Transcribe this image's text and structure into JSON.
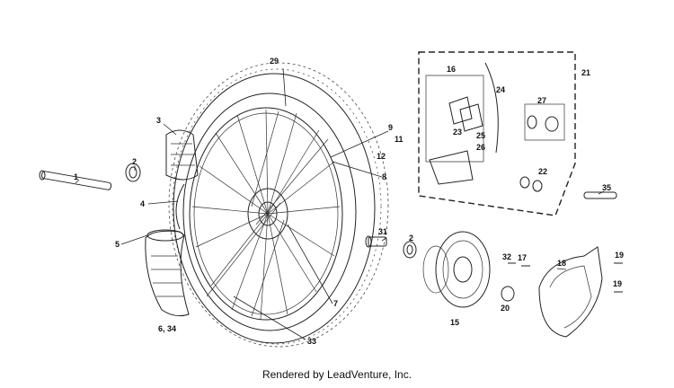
{
  "footer": "Rendered by LeadVenture, Inc.",
  "callouts": [
    "1",
    "2",
    "3",
    "4",
    "5",
    "6, 34",
    "29",
    "9",
    "11",
    "12",
    "8",
    "7",
    "33",
    "31",
    "2",
    "15",
    "16",
    "23",
    "24",
    "25",
    "26",
    "21",
    "27",
    "22",
    "35",
    "32",
    "17",
    "20",
    "18",
    "19",
    "19"
  ]
}
